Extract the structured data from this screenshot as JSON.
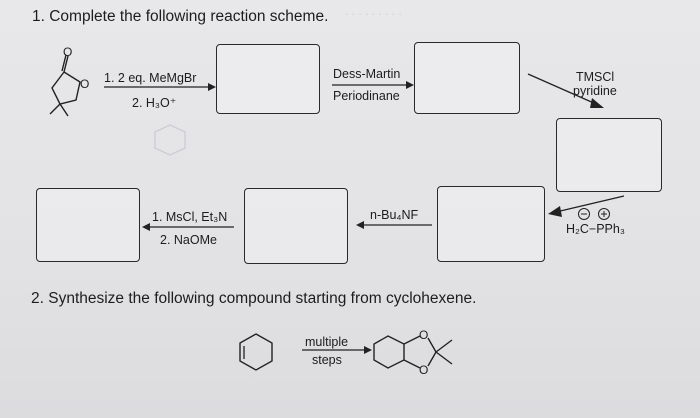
{
  "question1": {
    "title": "1. Complete the following reaction scheme.",
    "step1": {
      "reagent_line1": "1. 2 eq. MeMgBr",
      "reagent_line2": "2. H₃O⁺"
    },
    "step2": {
      "reagent_line1": "Dess-Martin",
      "reagent_line2": "Periodinane"
    },
    "step3": {
      "reagent_line1": "TMSCl",
      "reagent_line2": "pyridine"
    },
    "step4": {
      "reagent": "H₂C−PPh₃"
    },
    "step5": {
      "reagent": "n-Bu₄NF"
    },
    "step6": {
      "reagent_line1": "1. MsCl, Et₃N",
      "reagent_line2": "2. NaOMe"
    }
  },
  "question2": {
    "title": "2. Synthesize the following compound starting from cyclohexene.",
    "arrow_line1": "multiple",
    "arrow_line2": "steps"
  }
}
